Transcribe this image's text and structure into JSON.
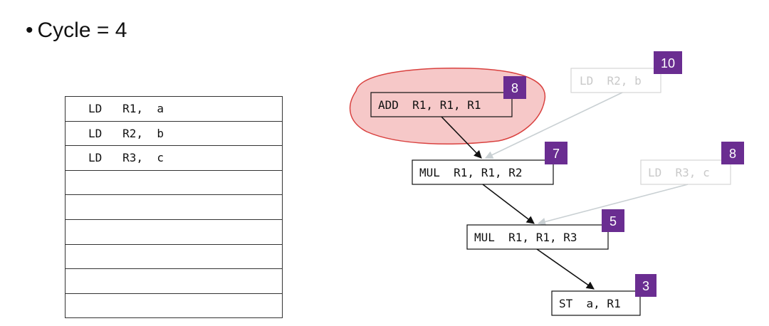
{
  "heading": {
    "bullet": "•",
    "text": "Cycle = 4"
  },
  "schedule": {
    "rows": [
      "LD   R1,  a",
      "LD   R2,  b",
      "LD   R3,  c",
      "",
      "",
      "",
      "",
      "",
      ""
    ]
  },
  "graph": {
    "colors": {
      "highlight_fill": "#f6c8c8",
      "highlight_stroke": "#d9413f",
      "badge": "#6a2d91",
      "faded": "#c9c9c9",
      "edge": "#111111",
      "faded_edge": "#c9d0d3"
    },
    "nodes": [
      {
        "id": "add",
        "text": "ADD  R1, R1, R1",
        "priority": "8",
        "faded": false,
        "highlighted": true
      },
      {
        "id": "ld_b",
        "text": "LD  R2, b",
        "priority": "10",
        "faded": true,
        "highlighted": false
      },
      {
        "id": "mul1",
        "text": "MUL  R1, R1, R2",
        "priority": "7",
        "faded": false,
        "highlighted": false
      },
      {
        "id": "ld_c",
        "text": "LD  R3, c",
        "priority": "8",
        "faded": true,
        "highlighted": false
      },
      {
        "id": "mul2",
        "text": "MUL  R1, R1, R3",
        "priority": "5",
        "faded": false,
        "highlighted": false
      },
      {
        "id": "st",
        "text": "ST  a, R1",
        "priority": "3",
        "faded": false,
        "highlighted": false
      }
    ],
    "edges": [
      {
        "from": "add",
        "to": "mul1",
        "faded": false
      },
      {
        "from": "ld_b",
        "to": "mul1",
        "faded": true
      },
      {
        "from": "mul1",
        "to": "mul2",
        "faded": false
      },
      {
        "from": "ld_c",
        "to": "mul2",
        "faded": true
      },
      {
        "from": "mul2",
        "to": "st",
        "faded": false
      }
    ]
  }
}
